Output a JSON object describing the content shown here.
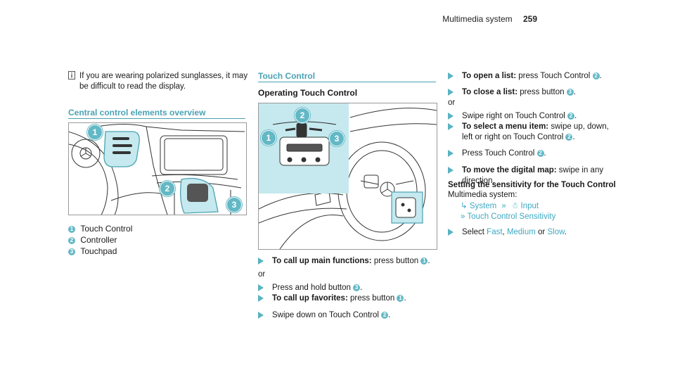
{
  "header": {
    "title": "Multimedia system",
    "page_number": "259"
  },
  "note": {
    "text": "If you are wearing polarized sunglasses, it may be difficult to read the display."
  },
  "central": {
    "heading": "Central control elements overview",
    "legend": [
      {
        "num": "1",
        "label": "Touch Control"
      },
      {
        "num": "2",
        "label": "Controller"
      },
      {
        "num": "3",
        "label": "Touchpad"
      }
    ],
    "callouts": [
      "1",
      "2",
      "3"
    ]
  },
  "touch": {
    "heading": "Touch Control",
    "subheading": "Operating Touch Control",
    "callouts": [
      "1",
      "2",
      "3"
    ],
    "steps": {
      "s1_bold": "To call up main functions:",
      "s1_rest": " press button ",
      "s1_num": "1",
      "or1": "or",
      "s2": "Press and hold button ",
      "s2_num": "3",
      "s3_bold": "To call up favorites:",
      "s3_rest": " press button ",
      "s3_num": "1",
      "s4": "Swipe down on Touch Control ",
      "s4_num": "2"
    }
  },
  "right": {
    "s1_bold": "To open a list:",
    "s1_rest": " press Touch Control ",
    "s1_num": "2",
    "s2_bold": "To close a list:",
    "s2_rest": " press button ",
    "s2_num": "3",
    "or": "or",
    "s3": "Swipe right on Touch Control ",
    "s3_num": "2",
    "s4_bold": "To select a menu item:",
    "s4_rest": " swipe up, down, left or right on Touch Control ",
    "s4_num": "2",
    "s5": "Press Touch Control ",
    "s5_num": "2",
    "s6_bold": "To move the digital map:",
    "s6_rest": " swipe in any direction.",
    "sens_heading": "Setting the sensitivity for the Touch Control",
    "sens_sub": "Multimedia system:",
    "path_1": "System",
    "path_2": "Input",
    "path_3": "Touch Control Sensitivity",
    "select_pre": "Select ",
    "opt_fast": "Fast",
    "comma": ", ",
    "opt_medium": "Medium",
    "or_word": " or ",
    "opt_slow": "Slow",
    "period": "."
  },
  "colors": {
    "accent": "#4aa2b3",
    "badge": "#63b8c5",
    "highlight": "#c5e9ee"
  }
}
